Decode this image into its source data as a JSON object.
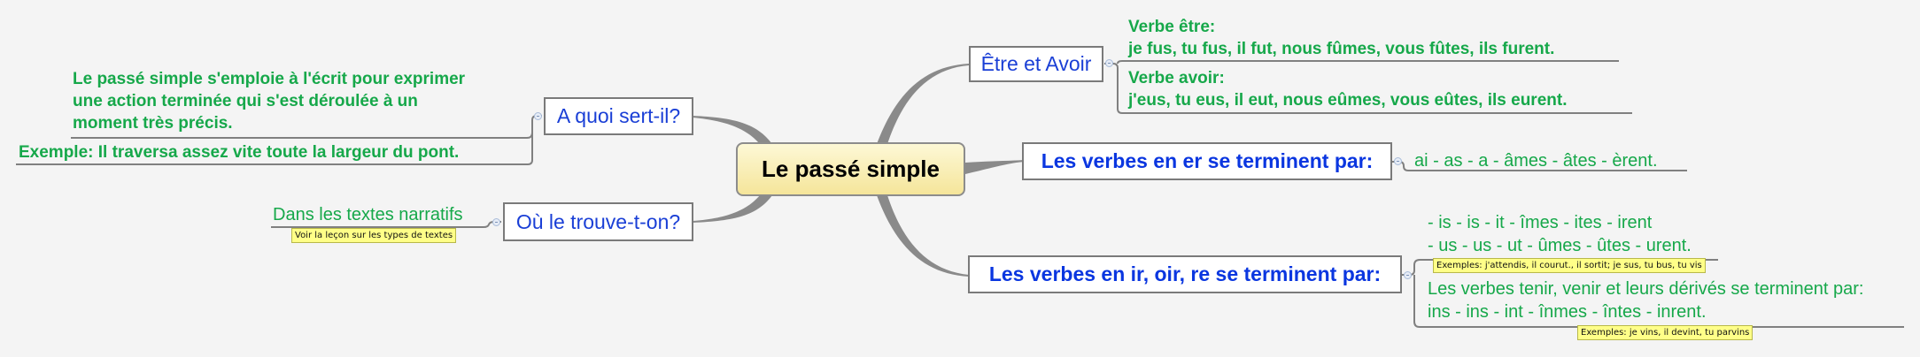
{
  "central": {
    "label": "Le passé simple"
  },
  "colors": {
    "background": "#f4f4f4",
    "topic_text": "#1a3fd6",
    "detail_text": "#16a84a",
    "connector": "#808080",
    "central_fill_top": "#fdf8d6",
    "central_fill_bottom": "#f5e59a",
    "note_fill": "#ffff88"
  },
  "left": {
    "usage": {
      "label": "A quoi sert-il?",
      "details": {
        "definition_lines": [
          "Le passé simple s'emploie à l'écrit pour exprimer",
          "une action terminée qui s'est déroulée à un",
          "moment très précis."
        ],
        "example": "Exemple: Il traversa assez vite toute la largeur du pont."
      }
    },
    "where": {
      "label": "Où le trouve-t-on?",
      "details": {
        "text": "Dans les textes narratifs",
        "note": "Voir la leçon sur les types de textes"
      }
    }
  },
  "right": {
    "etre_avoir": {
      "label": "Être et Avoir",
      "etre": {
        "title": "Verbe être:",
        "conjugation": "je fus, tu fus, il fut, nous fûmes, vous fûtes, ils furent."
      },
      "avoir": {
        "title": "Verbe avoir:",
        "conjugation": "j'eus, tu eus, il eut, nous eûmes, vous eûtes, ils eurent."
      }
    },
    "er_verbs": {
      "label": "Les verbes en er se terminent par:",
      "endings": "ai - as - a - âmes - âtes - èrent."
    },
    "ir_oir_re_verbs": {
      "label": "Les verbes en ir, oir, re se terminent par:",
      "endings_i": "- is - is - it - îmes - ites - irent",
      "endings_u": "- us - us - ut - ûmes - ûtes - urent.",
      "note_1": "Exemples: j'attendis, il courut., il sortit; je sus, tu bus, tu vis",
      "tenir_venir_title": "Les verbes tenir, venir et leurs dérivés se terminent par:",
      "tenir_venir_endings": "ins - ins - int - înmes - întes - inrent.",
      "note_2": "Exemples: je vins, il devint, tu parvins"
    }
  }
}
